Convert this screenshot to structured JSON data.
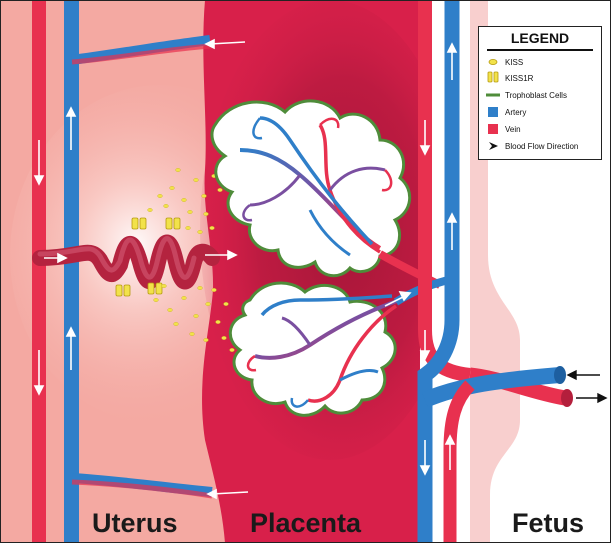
{
  "regions": {
    "uterus": "Uterus",
    "placenta": "Placenta",
    "fetus": "Fetus"
  },
  "legend": {
    "title": "LEGEND",
    "items": [
      {
        "label": "KISS",
        "icon": "kiss-dot-icon"
      },
      {
        "label": "KISS1R",
        "icon": "kiss1r-receptor-icon"
      },
      {
        "label": "Trophoblast Cells",
        "icon": "trophoblast-line-icon"
      },
      {
        "label": "Artery",
        "icon": "artery-swatch-icon"
      },
      {
        "label": "Vein",
        "icon": "vein-swatch-icon"
      },
      {
        "label": "Blood Flow Direction",
        "icon": "arrowhead-icon"
      }
    ]
  },
  "colors": {
    "artery": "#2f7fc9",
    "vein": "#e8314f",
    "trophoblast": "#4f8c3a",
    "kiss": "#f2e24a",
    "uterus_bg": "#f4a9a2",
    "placenta_bg": "#d8204a",
    "fetus_bg": "#ffffff"
  }
}
